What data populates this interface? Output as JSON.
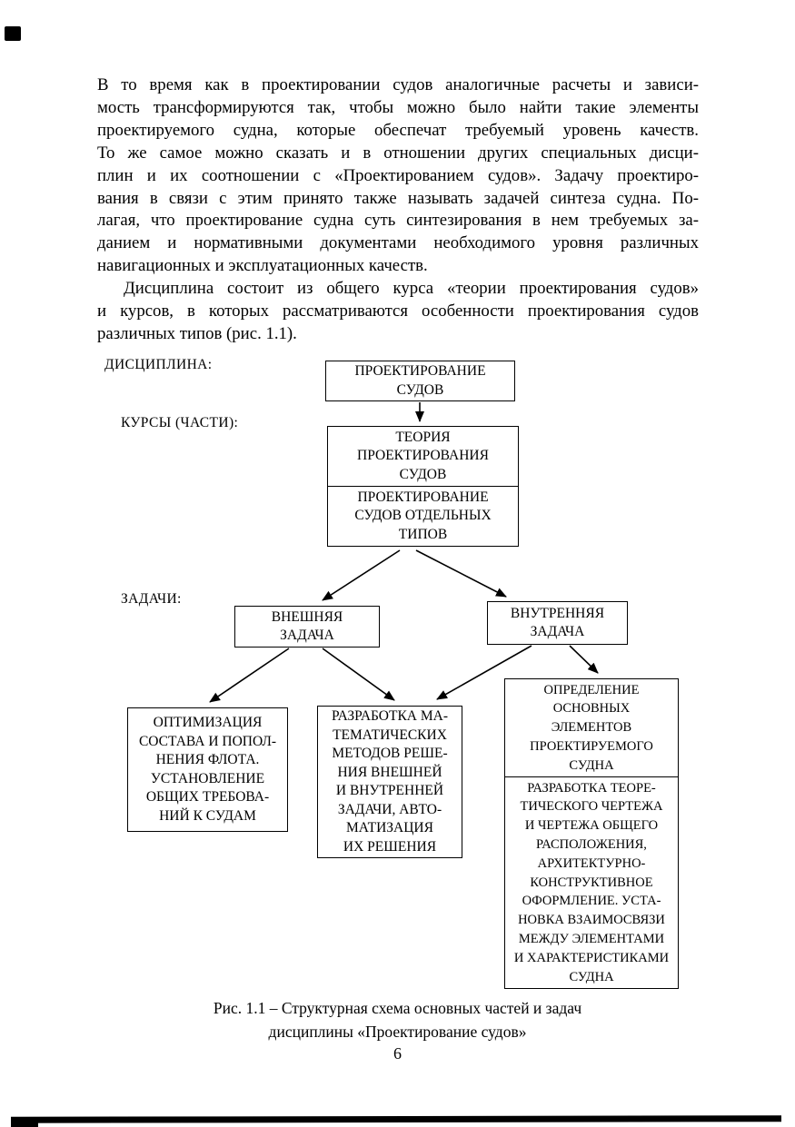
{
  "text": {
    "p1_body": "В то время как в проектировании судов аналогичные расчеты и зависи-\nмость трансформируются так, чтобы можно было найти такие элементы\nпроектируемого судна, которые обеспечат требуемый уровень качеств.\nТо же самое можно сказать и в отношении других специальных дисци-\nплин и их соотношении с «Проектированием судов». Задачу проектиро-\nвания в связи с этим принято также называть задачей синтеза судна. По-\nлагая, что проектирование судна суть синтезирования в нем требуемых за-\nданием и нормативными документами необходимого уровня различных",
    "p1_last": "навигационных и эксплуатационных качеств.",
    "p2_body": "Дисциплина состоит из общего курса «теории проектирования судов»\nи курсов, в которых рассматриваются особенности проектирования судов",
    "p2_last": "различных типов (рис. 1.1)."
  },
  "diagram": {
    "label_discipline": "ДИСЦИПЛИНА:",
    "label_courses": "КУРСЫ (ЧАСТИ):",
    "label_tasks": "ЗАДАЧИ:",
    "box_design": "ПРОЕКТИРОВАНИЕ\nСУДОВ",
    "box_theory": "ТЕОРИЯ\nПРОЕКТИРОВАНИЯ\nСУДОВ",
    "box_types": "ПРОЕКТИРОВАНИЕ\nСУДОВ ОТДЕЛЬНЫХ\nТИПОВ",
    "box_external": "ВНЕШНЯЯ\nЗАДАЧА",
    "box_internal": "ВНУТРЕННЯЯ\nЗАДАЧА",
    "box_optimization": "ОПТИМИЗАЦИЯ\nСОСТАВА И ПОПОЛ-\nНЕНИЯ ФЛОТА.\nУСТАНОВЛЕНИЕ\nОБЩИХ ТРЕБОВА-\nНИЙ К СУДАМ",
    "box_math": "РАЗРАБОТКА МА-\nТЕМАТИЧЕСКИХ\nМЕТОДОВ РЕШЕ-\nНИЯ ВНЕШНЕЙ\nИ ВНУТРЕННЕЙ\nЗАДАЧИ, АВТО-\nМАТИЗАЦИЯ\nИХ РЕШЕНИЯ",
    "box_elements": "ОПРЕДЕЛЕНИЕ\nОСНОВНЫХ\nЭЛЕМЕНТОВ\nПРОЕКТИРУЕМОГО\nСУДНА",
    "box_drawing": "РАЗРАБОТКА ТЕОРЕ-\nТИЧЕСКОГО ЧЕРТЕЖА\nИ ЧЕРТЕЖА ОБЩЕГО\nРАСПОЛОЖЕНИЯ,\nАРХИТЕКТУРНО-\nКОНСТРУКТИВНОЕ\nОФОРМЛЕНИЕ. УСТА-\nНОВКА ВЗАИМОСВЯЗИ\nМЕЖДУ ЭЛЕМЕНТАМИ\nИ ХАРАКТЕРИСТИКАМИ\nСУДНА"
  },
  "caption": "Рис. 1.1 – Структурная схема основных частей и задач\nдисциплины «Проектирование судов»",
  "page_number": "6"
}
